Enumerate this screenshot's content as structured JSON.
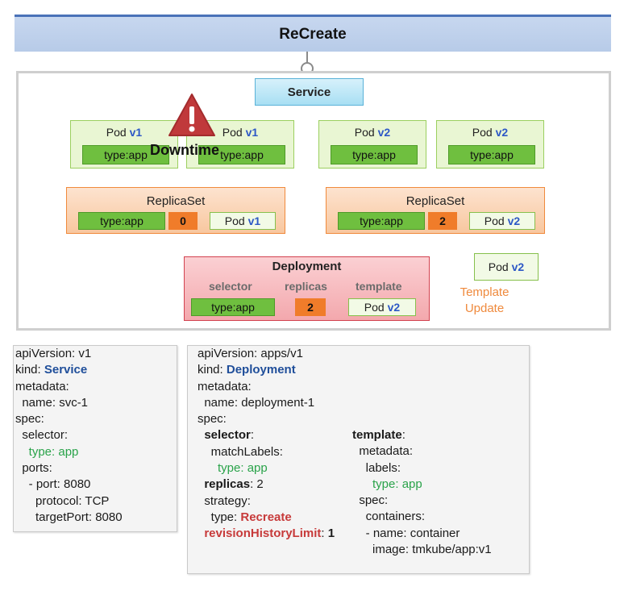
{
  "title": "ReCreate",
  "service_label": "Service",
  "warning": "Downtime",
  "pods": [
    {
      "label": "Pod",
      "version": "v1",
      "tag": "type:app"
    },
    {
      "label": "Pod",
      "version": "v1",
      "tag": "type:app"
    },
    {
      "label": "Pod",
      "version": "v2",
      "tag": "type:app"
    },
    {
      "label": "Pod",
      "version": "v2",
      "tag": "type:app"
    }
  ],
  "replicasets": [
    {
      "title": "ReplicaSet",
      "tag": "type:app",
      "count": "0",
      "pod_label": "Pod",
      "pod_version": "v1"
    },
    {
      "title": "ReplicaSet",
      "tag": "type:app",
      "count": "2",
      "pod_label": "Pod",
      "pod_version": "v2"
    }
  ],
  "deployment": {
    "title": "Deployment",
    "selector_label": "selector",
    "replicas_label": "replicas",
    "template_label": "template",
    "selector_value": "type:app",
    "replicas_value": "2",
    "template_pod": "Pod",
    "template_version": "v2"
  },
  "template_update": {
    "pod_label": "Pod",
    "pod_version": "v2",
    "line1": "Template",
    "line2": "Update"
  },
  "service_yaml": {
    "l1k": "apiVersion: ",
    "l1v": "v1",
    "l2k": "kind: ",
    "l2v": "Service",
    "l3": "metadata:",
    "l4": "  name: svc-1",
    "l5": "spec:",
    "l6": "  selector:",
    "l7": "    type: app",
    "l8": "  ports:",
    "l9": "    - port: 8080",
    "l10": "      protocol: TCP",
    "l11": "      targetPort: 8080"
  },
  "deployment_yaml": {
    "l1": "apiVersion: apps/v1",
    "l2k": "kind: ",
    "l2v": "Deployment",
    "l3": "metadata:",
    "l4": "  name: deployment-1",
    "l5": "spec:",
    "l6k": "selector",
    "l6s": ":",
    "l7": "    matchLabels:",
    "l8": "      type: app",
    "l9k": "replicas",
    "l9v": ": 2",
    "l10": "  strategy:",
    "l11k": "    type: ",
    "l11v": "Recreate",
    "l12k": "revisionHistoryLimit",
    "l12v": ": ",
    "l12n": "1",
    "r1k": "template",
    "r1s": ":",
    "r2": "  metadata:",
    "r3": "    labels:",
    "r4": "      type: app",
    "r5": "  spec:",
    "r6": "    containers:",
    "r7": "    - name: container",
    "r8": "      image: tmkube/app:v1"
  },
  "colors": {
    "service": "#a8dff3",
    "pod": "#e9f6d3",
    "replicaset": "#f8c79f",
    "deployment": "#f3a8ad",
    "tag": "#6fbf3f",
    "count": "#f07c2a",
    "version": "#2d58c6",
    "warning": "#c0393b"
  }
}
